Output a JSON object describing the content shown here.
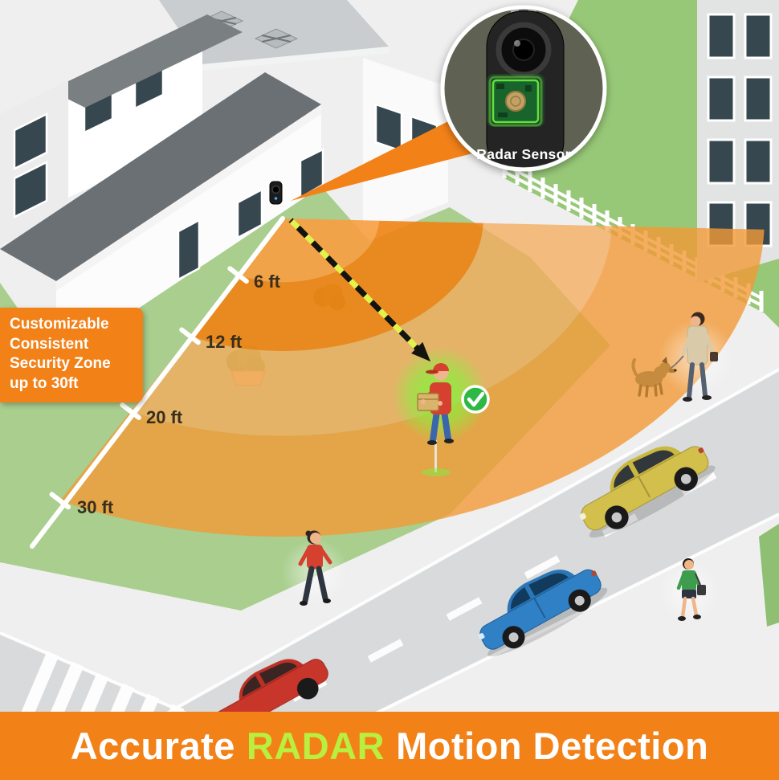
{
  "callout": {
    "label": "Radar Sensor"
  },
  "range_ticks": [
    {
      "label": "6 ft"
    },
    {
      "label": "12 ft"
    },
    {
      "label": "20 ft"
    },
    {
      "label": "30 ft"
    }
  ],
  "zone_box": {
    "text": "Customizable\nConsistent\nSecurity Zone\nup to 30ft"
  },
  "banner": {
    "prefix": "Accurate",
    "highlight": "RADAR",
    "suffix": "Motion Detection"
  },
  "colors": {
    "accent_orange": "#F28118",
    "zone_orange_dark": "#EF8314",
    "zone_orange_mid": "#F29A37",
    "zone_orange_light": "#F5AC5E",
    "banner_green": "#B9EF3E",
    "check_green": "#2FB845",
    "glow_green": "#7CF03F",
    "lawn_green": "#97C877",
    "yard_green": "#A9CE8E"
  },
  "icons": {
    "check": "✓"
  }
}
